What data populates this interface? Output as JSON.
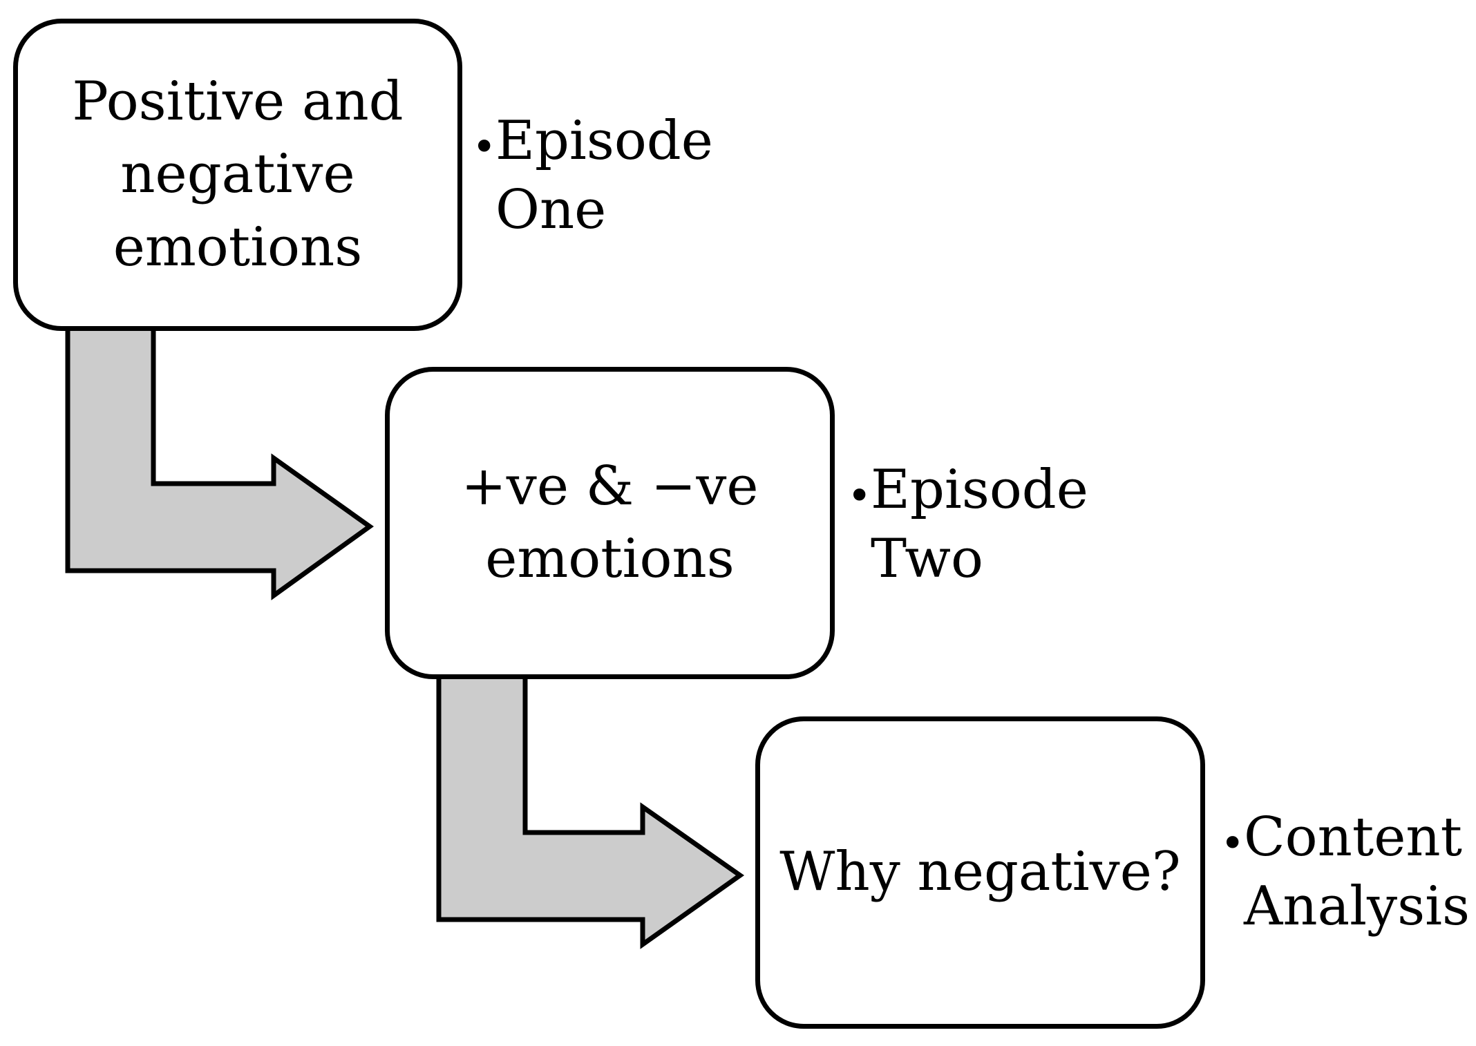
{
  "diagram": {
    "steps": [
      {
        "text": "Positive and\nnegative\nemotions",
        "note_line1": "Episode",
        "note_line2": "One"
      },
      {
        "text": "+ve & −ve\nemotions",
        "note_line1": "Episode",
        "note_line2": "Two"
      },
      {
        "text": "Why negative?",
        "note_line1": "Content",
        "note_line2": "Analysis"
      }
    ],
    "bullet": "•",
    "colors": {
      "box_fill": "#ffffff",
      "box_border": "#000000",
      "arrow_fill": "#cccccc",
      "arrow_stroke": "#000000"
    }
  }
}
